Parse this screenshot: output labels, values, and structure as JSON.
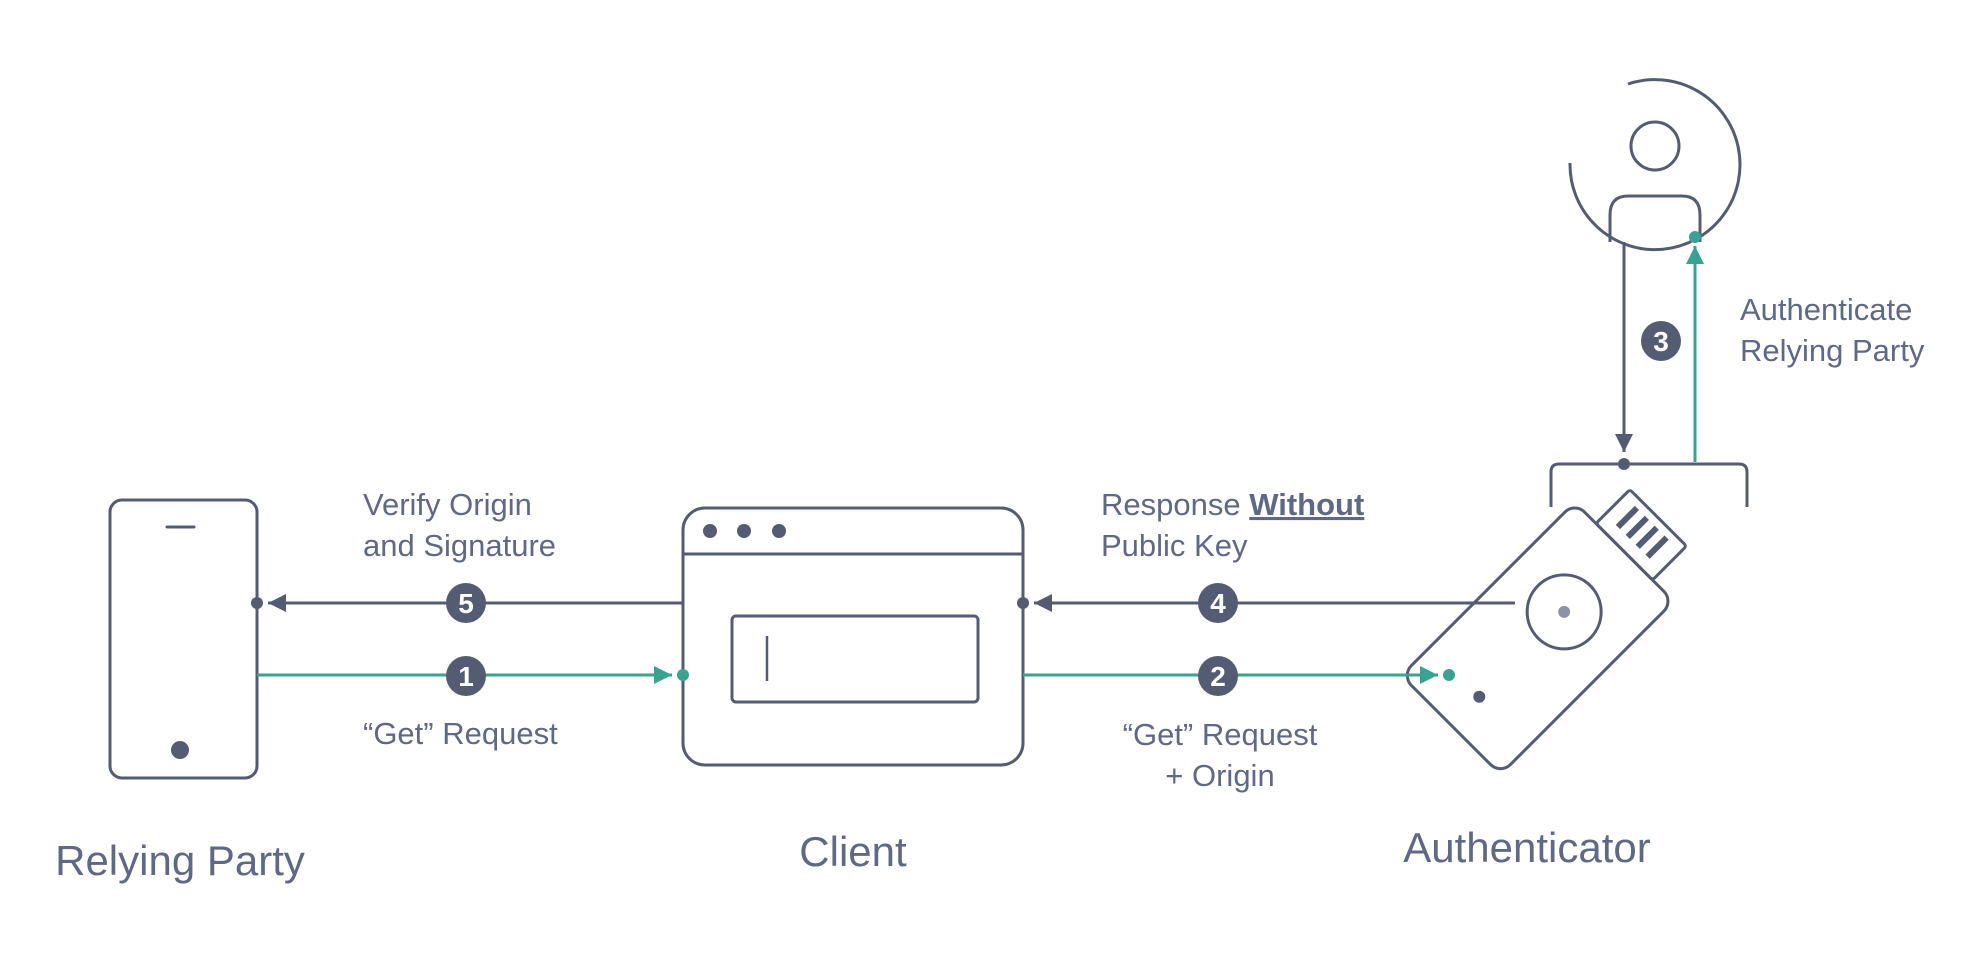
{
  "entities": {
    "relying_party": "Relying Party",
    "client": "Client",
    "authenticator": "Authenticator"
  },
  "steps": [
    {
      "number": "1",
      "label": "“Get” Request"
    },
    {
      "number": "2",
      "label_line1": "“Get” Request",
      "label_line2": "+ Origin"
    },
    {
      "number": "3",
      "label_line1": "Authenticate",
      "label_line2": "Relying Party"
    },
    {
      "number": "4",
      "label_prefix": "Response ",
      "label_emphasis": "Without",
      "label_line2": "Public Key"
    },
    {
      "number": "5",
      "label_line1": "Verify Origin",
      "label_line2": "and Signature"
    }
  ],
  "icons": [
    "phone-icon",
    "browser-window-icon",
    "security-key-icon",
    "user-icon"
  ],
  "colors": {
    "dark": "#545c74",
    "teal": "#3aa293",
    "text": "#5f6985"
  }
}
